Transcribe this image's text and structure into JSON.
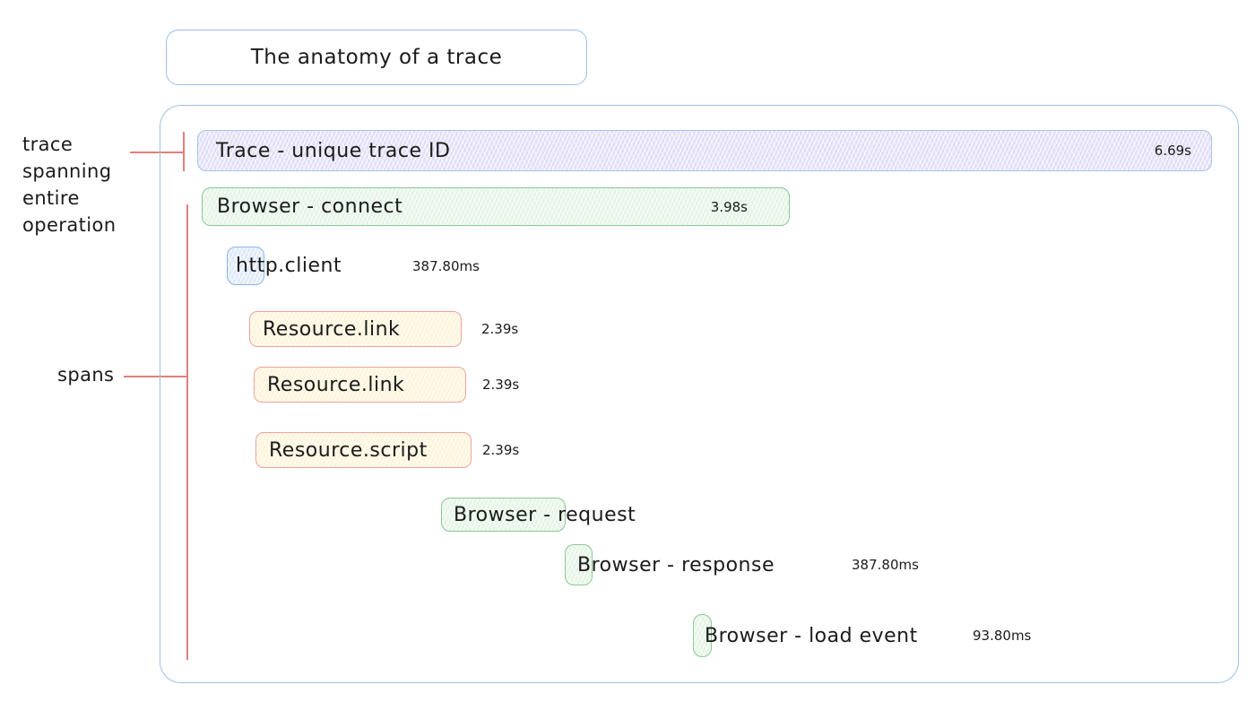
{
  "title": "The anatomy of a trace",
  "annotations": {
    "trace_label": "trace\nspanning\nentire\noperation",
    "spans_label": "spans"
  },
  "spans": [
    {
      "name": "Trace - unique trace ID",
      "duration": "6.69s",
      "type": "trace"
    },
    {
      "name": "Browser - connect",
      "duration": "3.98s",
      "type": "browser"
    },
    {
      "name": "http.client",
      "duration": "387.80ms",
      "type": "http"
    },
    {
      "name": "Resource.link",
      "duration": "2.39s",
      "type": "resource"
    },
    {
      "name": "Resource.link",
      "duration": "2.39s",
      "type": "resource"
    },
    {
      "name": "Resource.script",
      "duration": "2.39s",
      "type": "resource"
    },
    {
      "name": "Browser - request",
      "duration": "",
      "type": "browser"
    },
    {
      "name": "Browser - response",
      "duration": "387.80ms",
      "type": "browser"
    },
    {
      "name": "Browser - load event",
      "duration": "93.80ms",
      "type": "browser"
    }
  ],
  "colors": {
    "border_blue": "#9cc0e8",
    "trace_fill": "#e2ddf6",
    "trace_border": "#a9c4ec",
    "green_fill": "#e3f4e3",
    "green_border": "#8cc795",
    "blue_fill": "#dce9f8",
    "blue_border": "#8cb6e4",
    "yellow_fill": "#fdf3d7",
    "yellow_border": "#eda39b",
    "annotation_line": "#e0807a",
    "text": "#1b1b1b"
  }
}
